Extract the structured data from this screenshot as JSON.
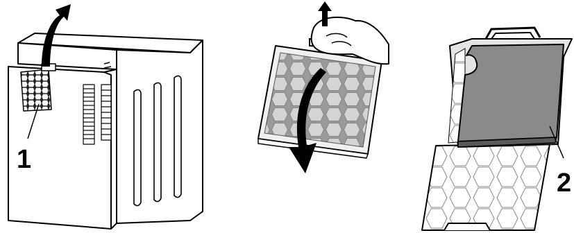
{
  "figure": {
    "callouts": {
      "one": "1",
      "two": "2"
    },
    "colors": {
      "ink": "#000000",
      "light_fill": "#e6e6e6",
      "mid_fill": "#c4c4c4",
      "dark_fill": "#8a8a8a",
      "paper": "#ffffff"
    },
    "steps": [
      {
        "name": "appliance-with-filter-opening",
        "arrow": "up-arrow-icon"
      },
      {
        "name": "filter-removal-by-hand",
        "arrows": [
          "small-up-arrow-icon",
          "down-arrow-icon"
        ]
      },
      {
        "name": "filter-cassette-separated",
        "arrow": null
      }
    ]
  }
}
